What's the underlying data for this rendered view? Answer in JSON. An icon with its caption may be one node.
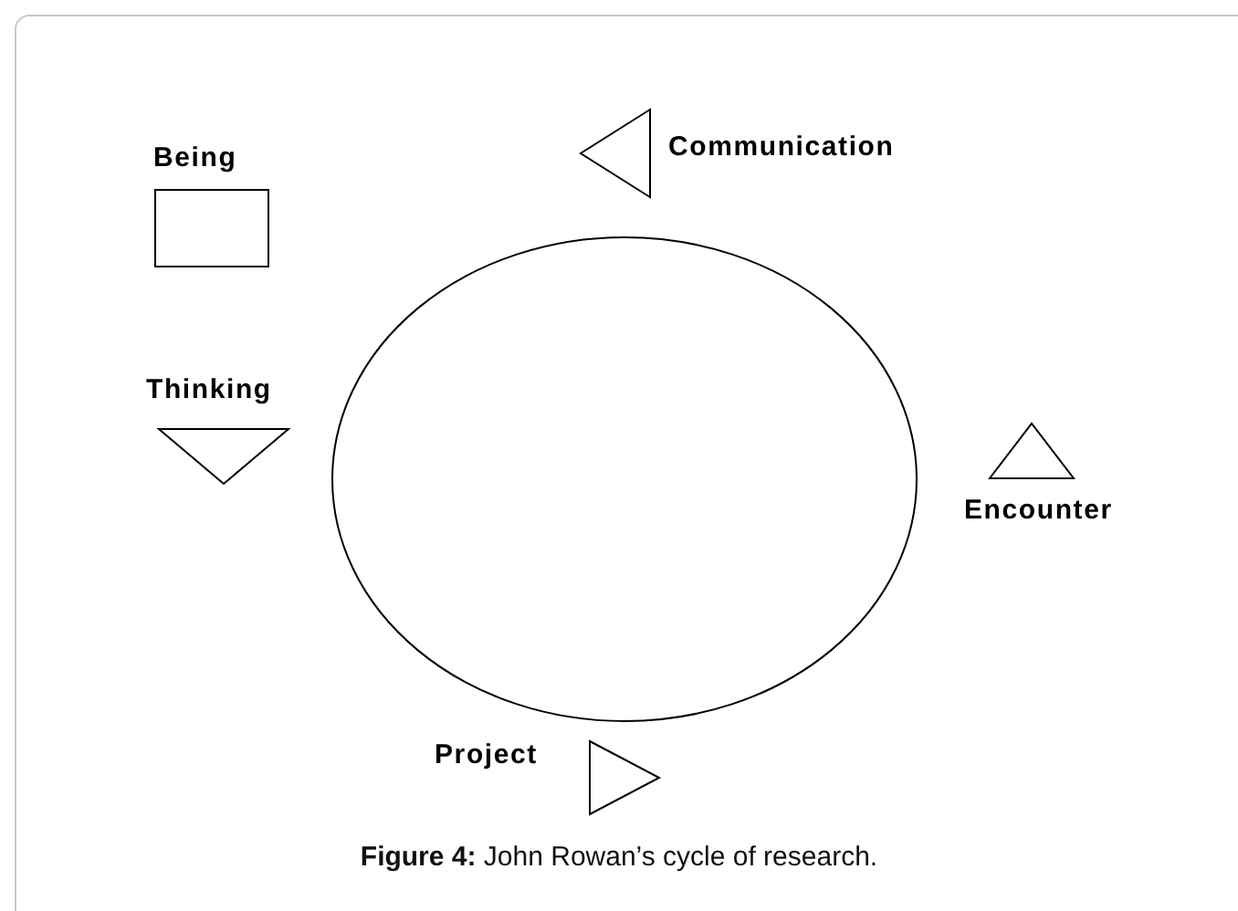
{
  "diagram": {
    "caption": "**Figure 4:** John Rowan’s cycle of research.",
    "nodes": [
      {
        "text": [
          "Communication"
        ]
      },
      {
        "text": [
          "Being"
        ]
      },
      {
        "text": [],
        "shape": "circle"
      },
      {
        "text": [
          "Thinking"
        ]
      },
      {
        "text": [
          "Encounter"
        ]
      },
      {
        "text": [
          "Project"
        ]
      }
    ],
    "edges": []
  }
}
